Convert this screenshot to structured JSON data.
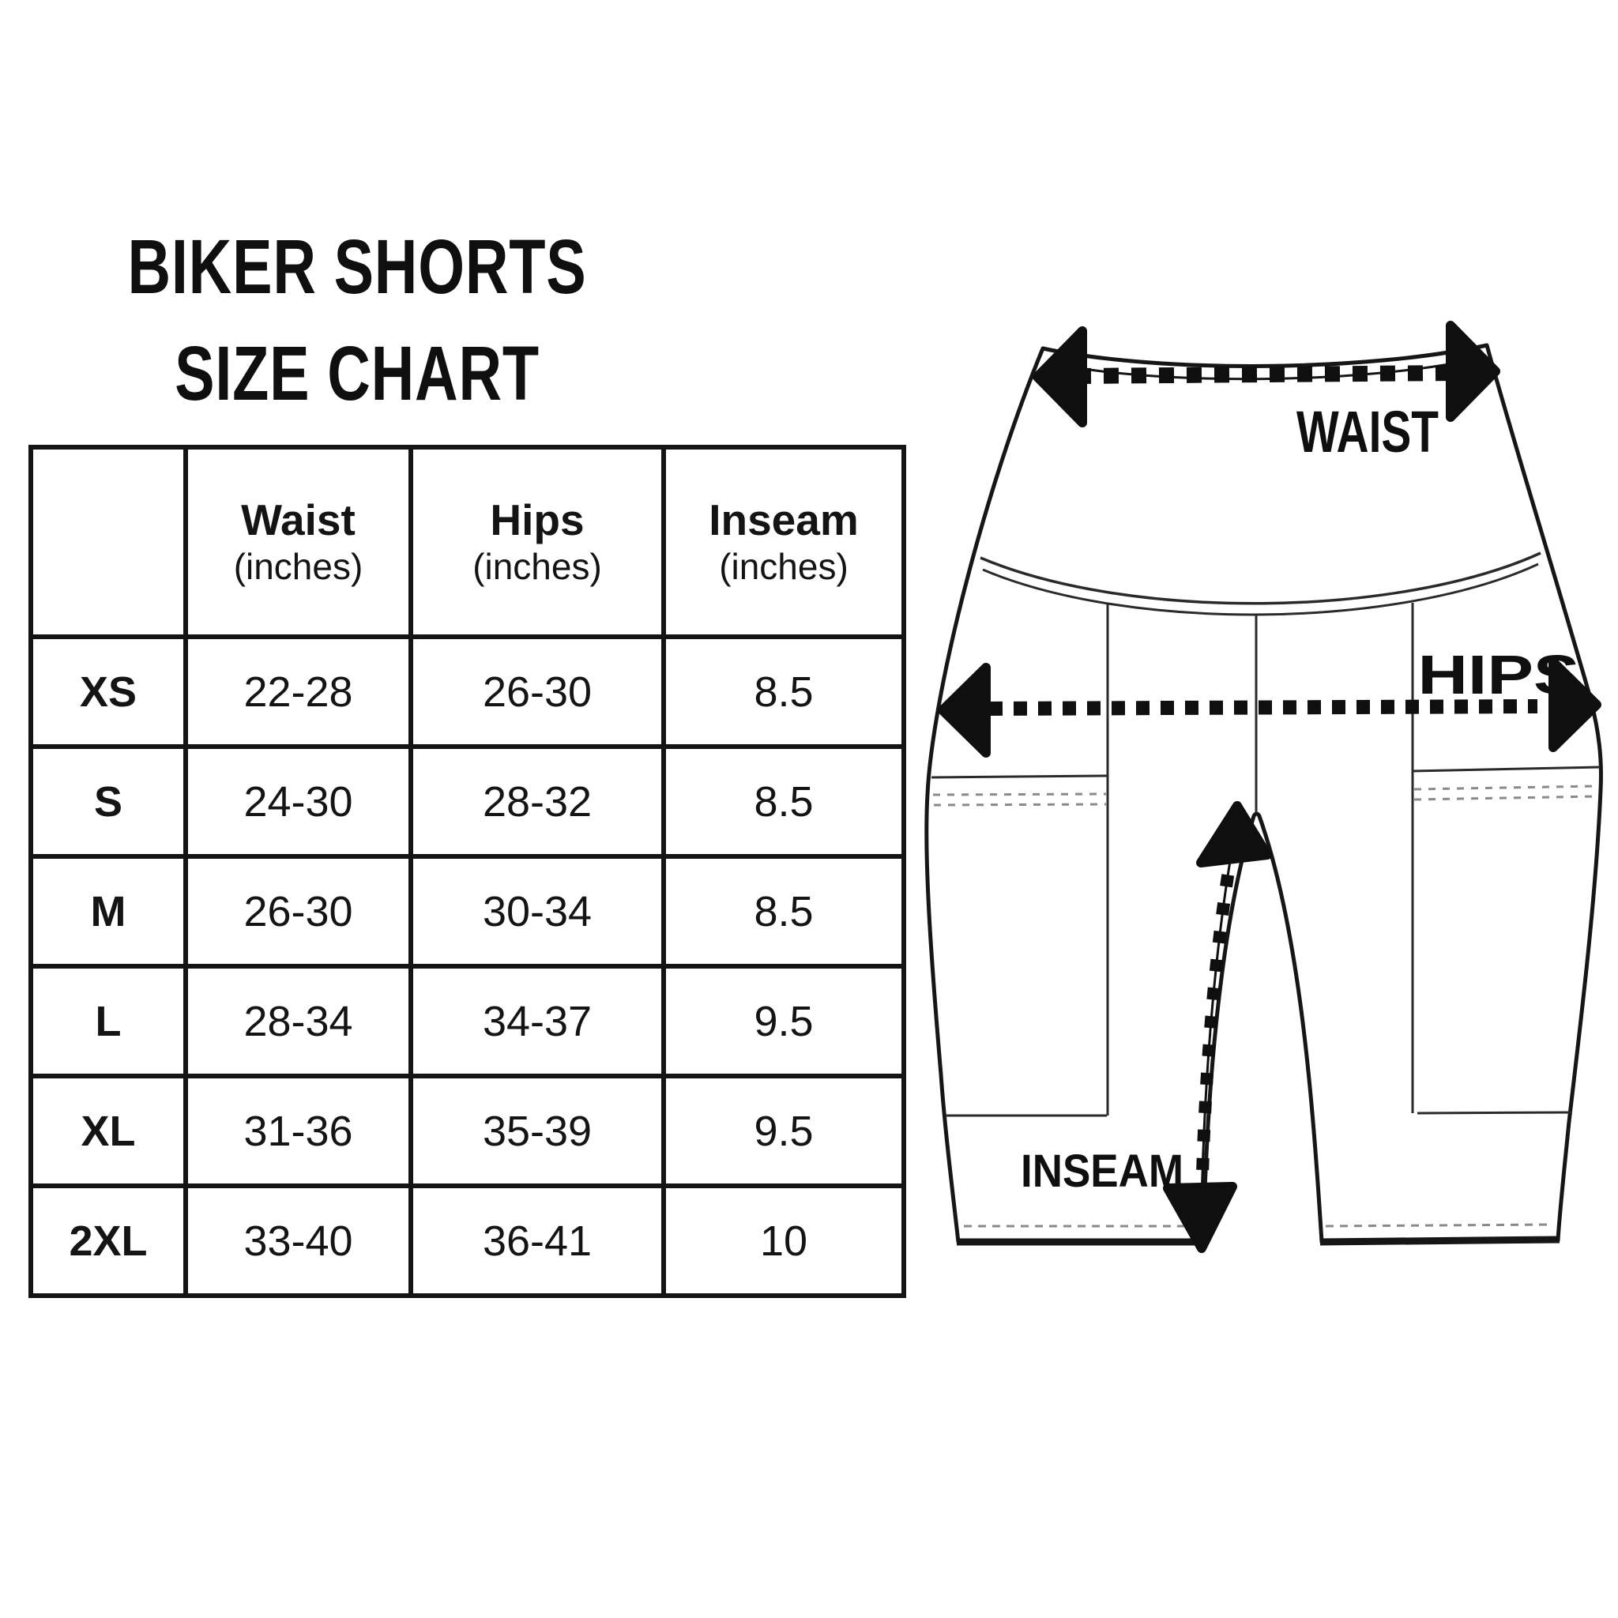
{
  "title": {
    "line1": "BIKER SHORTS",
    "line2": "SIZE CHART"
  },
  "size_table": {
    "corner_label": "",
    "headers": [
      {
        "label": "Waist",
        "unit": "(inches)"
      },
      {
        "label": "Hips",
        "unit": "(inches)"
      },
      {
        "label": "Inseam",
        "unit": "(inches)"
      }
    ],
    "rows": [
      {
        "size": "XS",
        "waist": "22-28",
        "hips": "26-30",
        "inseam": "8.5"
      },
      {
        "size": "S",
        "waist": "24-30",
        "hips": "28-32",
        "inseam": "8.5"
      },
      {
        "size": "M",
        "waist": "26-30",
        "hips": "30-34",
        "inseam": "8.5"
      },
      {
        "size": "L",
        "waist": "28-34",
        "hips": "34-37",
        "inseam": "9.5"
      },
      {
        "size": "XL",
        "waist": "31-36",
        "hips": "35-39",
        "inseam": "9.5"
      },
      {
        "size": "2XL",
        "waist": "33-40",
        "hips": "36-41",
        "inseam": "10"
      }
    ]
  },
  "diagram": {
    "waist_label": "WAIST",
    "hips_label": "HIPS",
    "inseam_label": "INSEAM"
  },
  "colors": {
    "ink": "#141414",
    "stitch_gray": "#8a8a8a",
    "background": "#ffffff"
  }
}
